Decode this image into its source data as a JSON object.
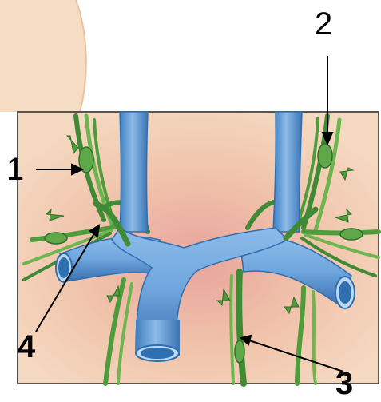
{
  "labels": {
    "l1": "1",
    "l2": "2",
    "l3": "3",
    "l4": "4"
  },
  "colors": {
    "skin": "#f6dcc3",
    "panel": "#f2cdb0",
    "panel_center": "#eaa9a0",
    "vein": "#6fa6dd",
    "vein_dark": "#2f6fb0",
    "lymph": "#5ea84a",
    "lymph_dark": "#2f6e28",
    "arrow_green": "#4e9c3c"
  }
}
